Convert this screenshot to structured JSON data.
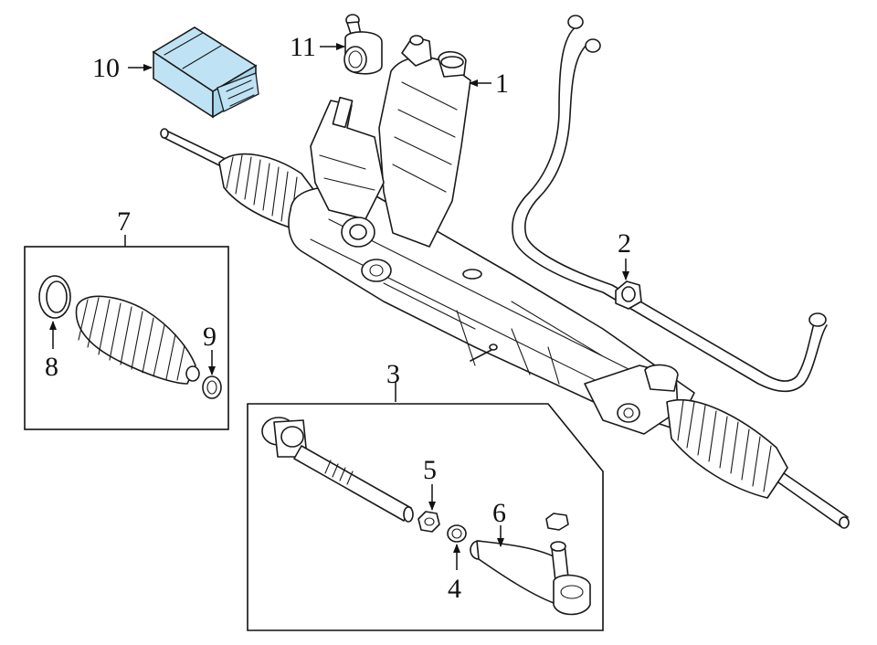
{
  "diagram": {
    "highlight_color": "#bfe3f5",
    "line_color": "#1a1a1a",
    "callouts": {
      "c1": "1",
      "c2": "2",
      "c3": "3",
      "c4": "4",
      "c5": "5",
      "c6": "6",
      "c7": "7",
      "c8": "8",
      "c9": "9",
      "c10": "10",
      "c11": "11"
    }
  }
}
